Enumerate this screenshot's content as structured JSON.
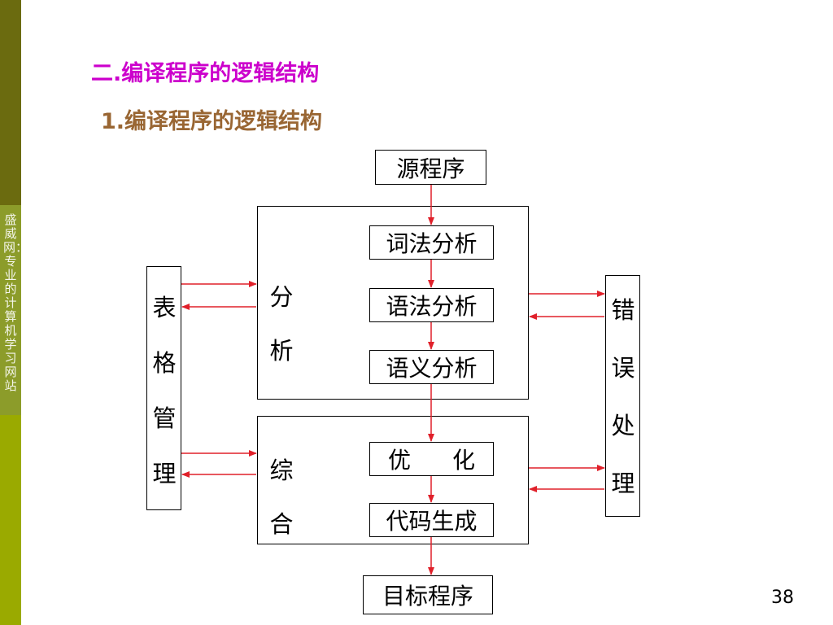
{
  "sidebar": {
    "text": "盛威网：专业的计算机学习网站"
  },
  "title": "二.编译程序的逻辑结构",
  "subtitle": "1.编译程序的逻辑结构",
  "diagram": {
    "source": "源程序",
    "target": "目标程序",
    "analysis_label": "分析",
    "synthesis_label": "综合",
    "lexical": "词法分析",
    "syntax": "语法分析",
    "semantic": "语义分析",
    "optimize_left": "优",
    "optimize_right": "化",
    "codegen": "代码生成",
    "table_mgmt": "表格管理",
    "error_handling": "错误处理"
  },
  "colors": {
    "arrow": "#e0202a",
    "title1": "#cc00cc",
    "title2": "#996633"
  },
  "page_number": "38"
}
